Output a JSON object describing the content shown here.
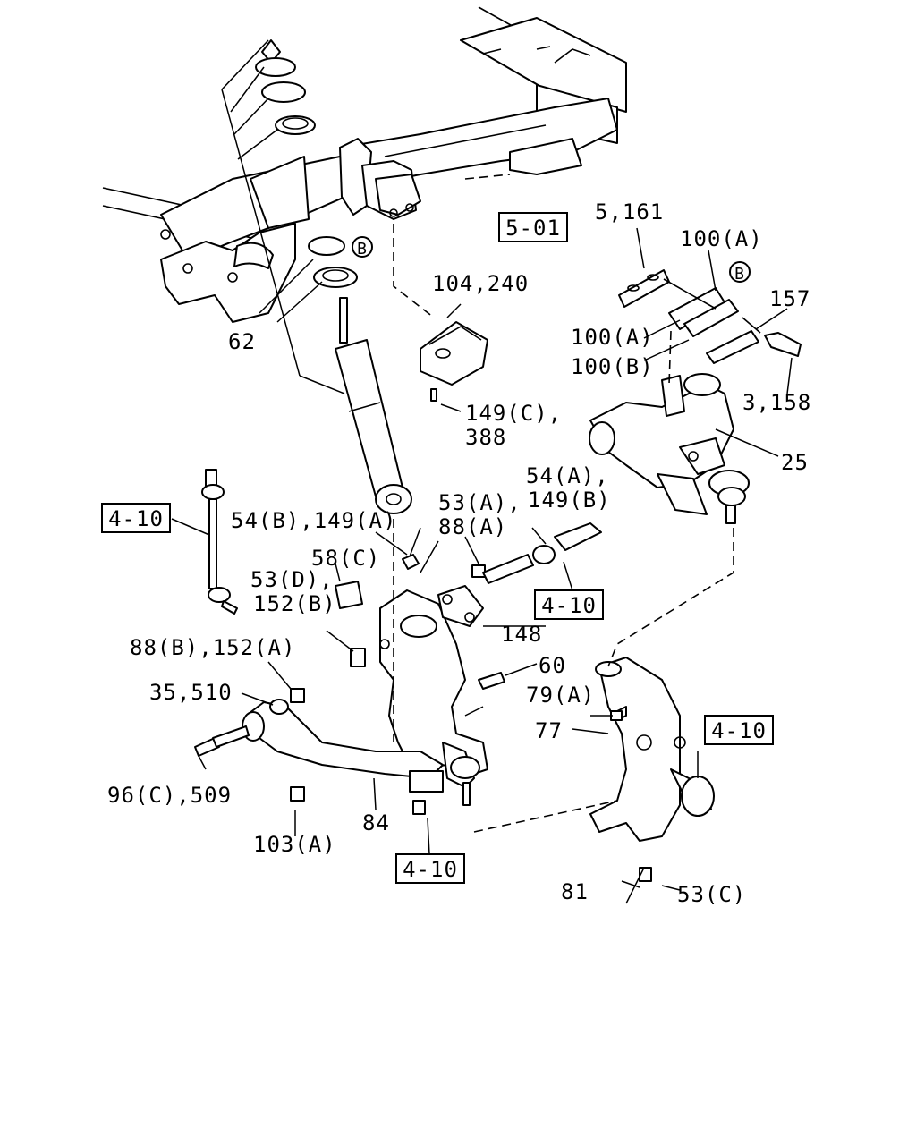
{
  "labels": {
    "ref_5_01": "5-01",
    "p_5_161": "5,161",
    "p_100A_top": "100(A)",
    "p_B_circle_right": "B",
    "p_157": "157",
    "p_104_240": "104,240",
    "p_100A_mid": "100(A)",
    "p_100B": "100(B)",
    "p_3_158": "3,158",
    "p_62": "62",
    "p_149C": "149(C),",
    "p_388": "388",
    "p_25": "25",
    "p_B_circle_left": "B",
    "ref_4_10_a": "4-10",
    "p_54A": "54(A),",
    "p_149B": "149(B)",
    "p_53A": "53(A),",
    "p_88A": "88(A)",
    "p_54B_149A": "54(B),149(A)",
    "p_58C": "58(C)",
    "ref_4_10_b": "4-10",
    "p_53D": "53(D),",
    "p_152B": "152(B)",
    "p_148": "148",
    "p_88B_152A": "88(B),152(A)",
    "p_60": "60",
    "p_35_510": "35,510",
    "p_79A": "79(A)",
    "p_77": "77",
    "ref_4_10_c": "4-10",
    "p_96C_509": "96(C),509",
    "p_84": "84",
    "p_103A": "103(A)",
    "ref_4_10_d": "4-10",
    "p_81": "81",
    "p_53C": "53(C)"
  }
}
